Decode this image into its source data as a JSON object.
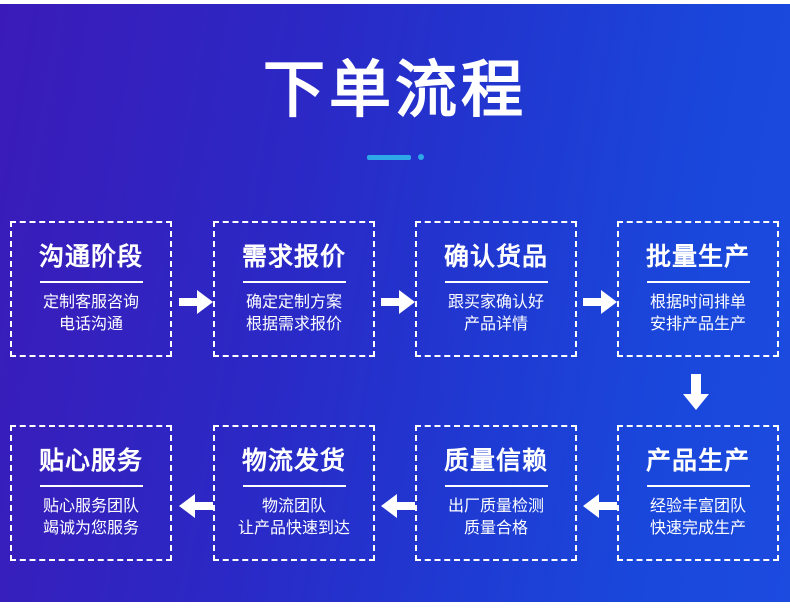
{
  "header": {
    "title": "下单流程",
    "accent_color": "#2fa8e8"
  },
  "theme": {
    "background_gradient_start": "#3a1bb9",
    "background_gradient_end": "#1c4be0",
    "card_border_color": "#ffffff",
    "text_color": "#ffffff"
  },
  "flow": {
    "top_row": [
      {
        "title": "沟通阶段",
        "desc_line1": "定制客服咨询",
        "desc_line2": "电话沟通"
      },
      {
        "title": "需求报价",
        "desc_line1": "确定定制方案",
        "desc_line2": "根据需求报价"
      },
      {
        "title": "确认货品",
        "desc_line1": "跟买家确认好",
        "desc_line2": "产品详情"
      },
      {
        "title": "批量生产",
        "desc_line1": "根据时间排单",
        "desc_line2": "安排产品生产"
      }
    ],
    "bottom_row": [
      {
        "title": "贴心服务",
        "desc_line1": "贴心服务团队",
        "desc_line2": "竭诚为您服务"
      },
      {
        "title": "物流发货",
        "desc_line1": "物流团队",
        "desc_line2": "让产品快速到达"
      },
      {
        "title": "质量信赖",
        "desc_line1": "出厂质量检测",
        "desc_line2": "质量合格"
      },
      {
        "title": "产品生产",
        "desc_line1": "经验丰富团队",
        "desc_line2": "快速完成生产"
      }
    ],
    "connectors": [
      {
        "name": "arrow-right-icon",
        "direction": "right"
      },
      {
        "name": "arrow-right-icon",
        "direction": "right"
      },
      {
        "name": "arrow-right-icon",
        "direction": "right"
      },
      {
        "name": "arrow-down-icon",
        "direction": "down"
      },
      {
        "name": "arrow-left-icon",
        "direction": "left"
      },
      {
        "name": "arrow-left-icon",
        "direction": "left"
      },
      {
        "name": "arrow-left-icon",
        "direction": "left"
      }
    ]
  }
}
